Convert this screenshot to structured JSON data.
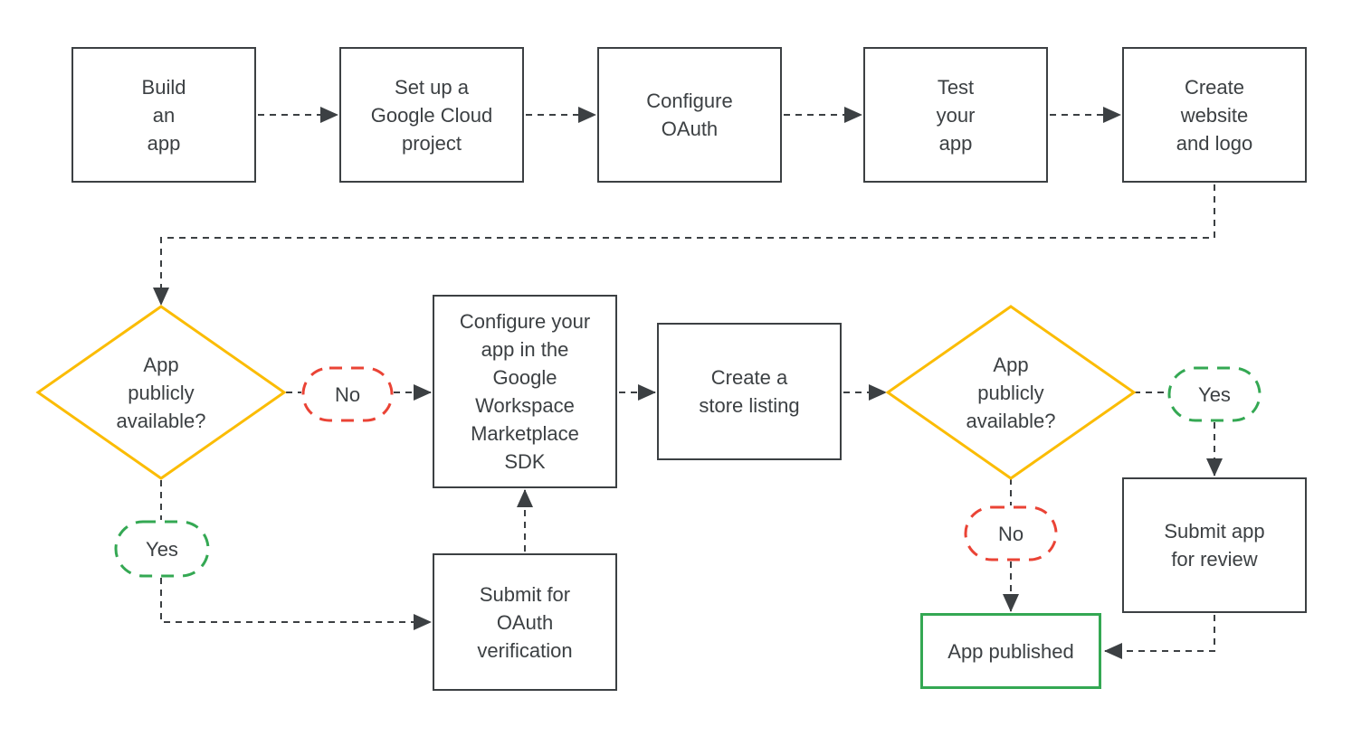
{
  "diagram": {
    "type": "flowchart",
    "colors": {
      "line": "#3C4043",
      "text": "#3C4043",
      "process_border": "#3C4043",
      "decision_border": "#FBBC04",
      "yes_border": "#34A853",
      "no_border": "#EA4335",
      "published_border": "#34A853",
      "background": "#ffffff"
    },
    "nodes": {
      "build_app": {
        "type": "process",
        "label": "Build\nan\napp"
      },
      "setup_gcp": {
        "type": "process",
        "label": "Set up a\nGoogle Cloud\nproject"
      },
      "configure_oauth": {
        "type": "process",
        "label": "Configure\nOAuth"
      },
      "test_app": {
        "type": "process",
        "label": "Test\nyour\napp"
      },
      "create_website": {
        "type": "process",
        "label": "Create\nwebsite\nand logo"
      },
      "decision_public_1": {
        "type": "decision",
        "label": "App\npublicly\navailable?"
      },
      "no_1": {
        "type": "no-connector",
        "label": "No"
      },
      "yes_1": {
        "type": "yes-connector",
        "label": "Yes"
      },
      "configure_sdk": {
        "type": "process",
        "label": "Configure your\napp in the\nGoogle\nWorkspace\nMarketplace\nSDK"
      },
      "submit_oauth_verification": {
        "type": "process",
        "label": "Submit for\nOAuth\nverification"
      },
      "create_store_listing": {
        "type": "process",
        "label": "Create a\nstore listing"
      },
      "decision_public_2": {
        "type": "decision",
        "label": "App\npublicly\navailable?"
      },
      "yes_2": {
        "type": "yes-connector",
        "label": "Yes"
      },
      "no_2": {
        "type": "no-connector",
        "label": "No"
      },
      "submit_app_review": {
        "type": "process",
        "label": "Submit app\nfor review"
      },
      "app_published": {
        "type": "terminal",
        "label": "App published"
      }
    }
  }
}
